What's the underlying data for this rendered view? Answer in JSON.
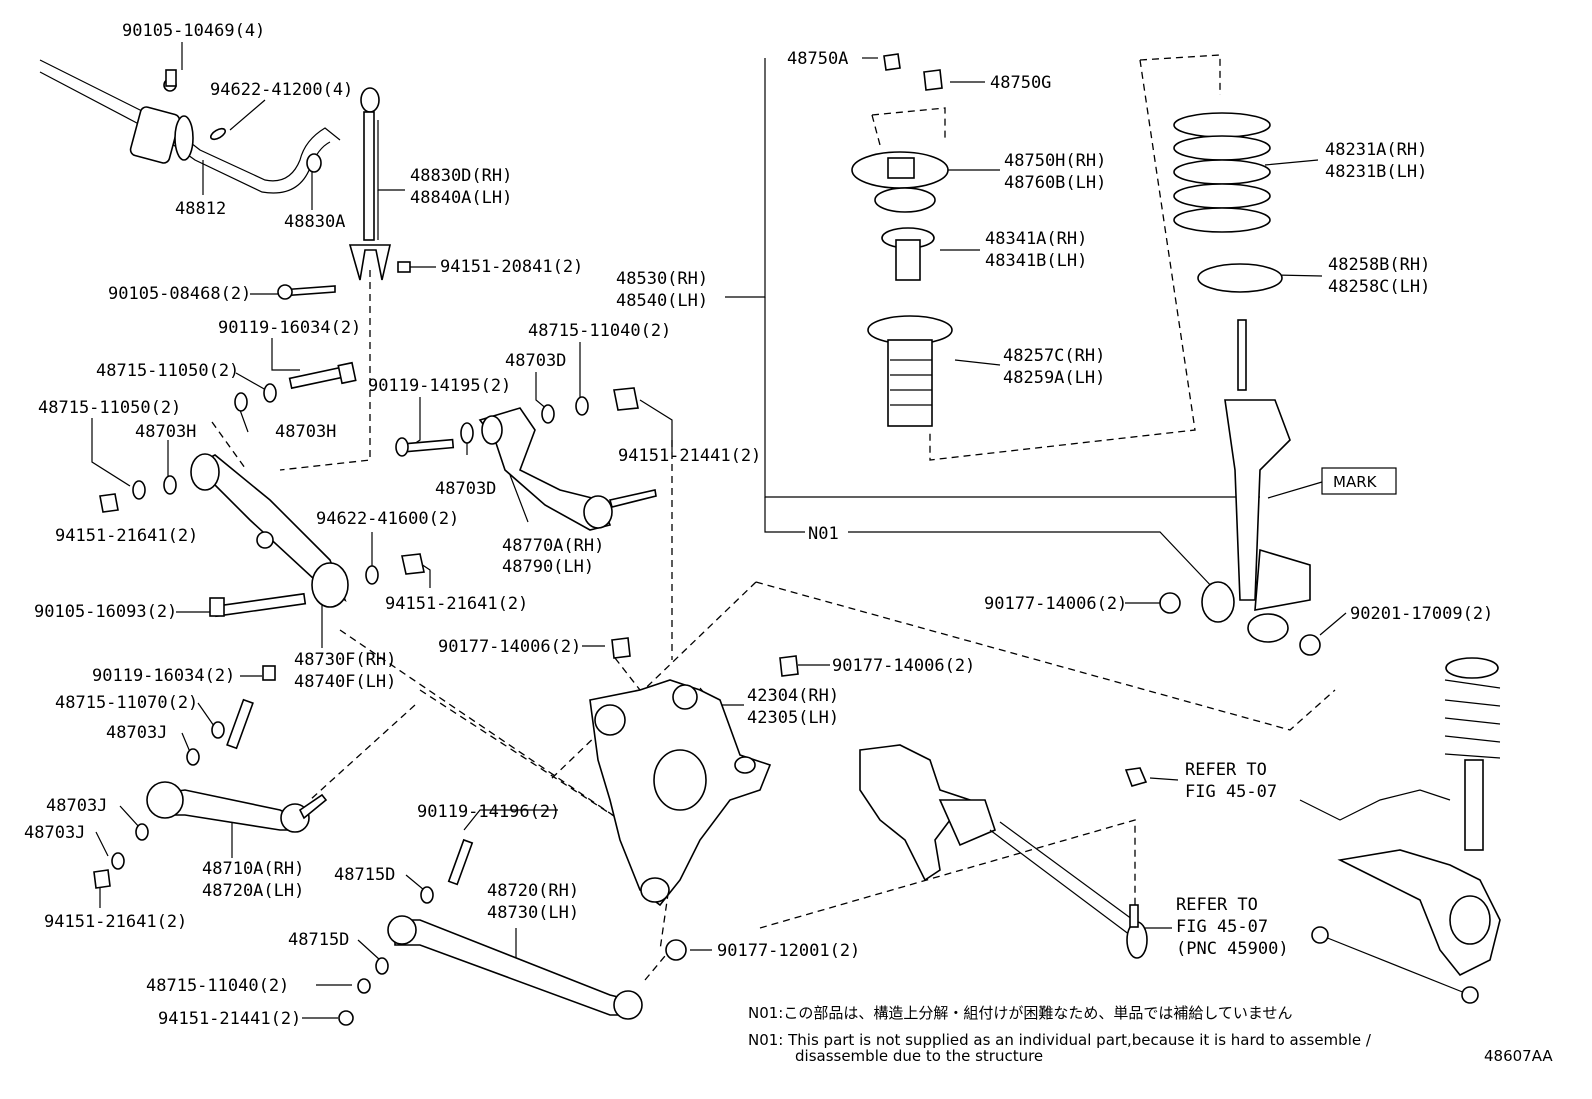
{
  "parts": {
    "p90105_10469": "90105-10469(4)",
    "p94622_41200": "94622-41200(4)",
    "p48812": "48812",
    "p48830A": "48830A",
    "p48830D": "48830D(RH)",
    "p48840A": "48840A(LH)",
    "p94151_20841": "94151-20841(2)",
    "p90105_08468": "90105-08468(2)",
    "p90119_16034_top": "90119-16034(2)",
    "p48715_11050_a": "48715-11050(2)",
    "p48715_11050_b": "48715-11050(2)",
    "p48703H_a": "48703H",
    "p48703H_b": "48703H",
    "p94151_21641_a": "94151-21641(2)",
    "p90119_14195": "90119-14195(2)",
    "p48715_11040_top": "48715-11040(2)",
    "p48703D_a": "48703D",
    "p48703D_b": "48703D",
    "p94151_21441_top": "94151-21441(2)",
    "p94622_41600": "94622-41600(2)",
    "p94151_21641_b": "94151-21641(2)",
    "p48770A": "48770A(RH)",
    "p48790": "48790(LH)",
    "p90105_16093": "90105-16093(2)",
    "p48730F": "48730F(RH)",
    "p48740F": "48740F(LH)",
    "p90177_14006_a": "90177-14006(2)",
    "p90119_16034_mid": "90119-16034(2)",
    "p48715_11070": "48715-11070(2)",
    "p48703J_a": "48703J",
    "p48703J_b": "48703J",
    "p48703J_c": "48703J",
    "p94151_21641_c": "94151-21641(2)",
    "p48710A": "48710A(RH)",
    "p48720A": "48720A(LH)",
    "p90119_14196": "90119-14196(2)",
    "p48715D_a": "48715D",
    "p48715D_b": "48715D",
    "p48720": "48720(RH)",
    "p48730": "48730(LH)",
    "p48715_11040_bot": "48715-11040(2)",
    "p94151_21441_bot": "94151-21441(2)",
    "p90177_12001": "90177-12001(2)",
    "p42304": "42304(RH)",
    "p42305": "42305(LH)",
    "p90177_14006_b": "90177-14006(2)",
    "p90177_14006_c": "90177-14006(2)",
    "p90201_17009": "90201-17009(2)",
    "p48750A": "48750A",
    "p48750G": "48750G",
    "p48750H": "48750H(RH)",
    "p48760B": "48760B(LH)",
    "p48341A": "48341A(RH)",
    "p48341B": "48341B(LH)",
    "p48257C": "48257C(RH)",
    "p48259A": "48259A(LH)",
    "p48530": "48530(RH)",
    "p48540": "48540(LH)",
    "p48231A": "48231A(RH)",
    "p48231B": "48231B(LH)",
    "p48258B": "48258B(RH)",
    "p48258C": "48258C(LH)",
    "mark": "MARK",
    "n01": "N01"
  },
  "refs": {
    "ref1_a": "REFER TO",
    "ref1_b": "FIG 45-07",
    "ref2_a": "REFER TO",
    "ref2_b": "FIG 45-07",
    "ref2_c": "(PNC 45900)"
  },
  "notes": {
    "jp": "N01:この部品は、構造上分解・組付けが困難なため、単品では補給していません",
    "en_1": "N01: This part is not supplied as an individual part,because it is hard to assemble /",
    "en_2": "disassemble due to the structure"
  },
  "figure_id": "48607AA"
}
